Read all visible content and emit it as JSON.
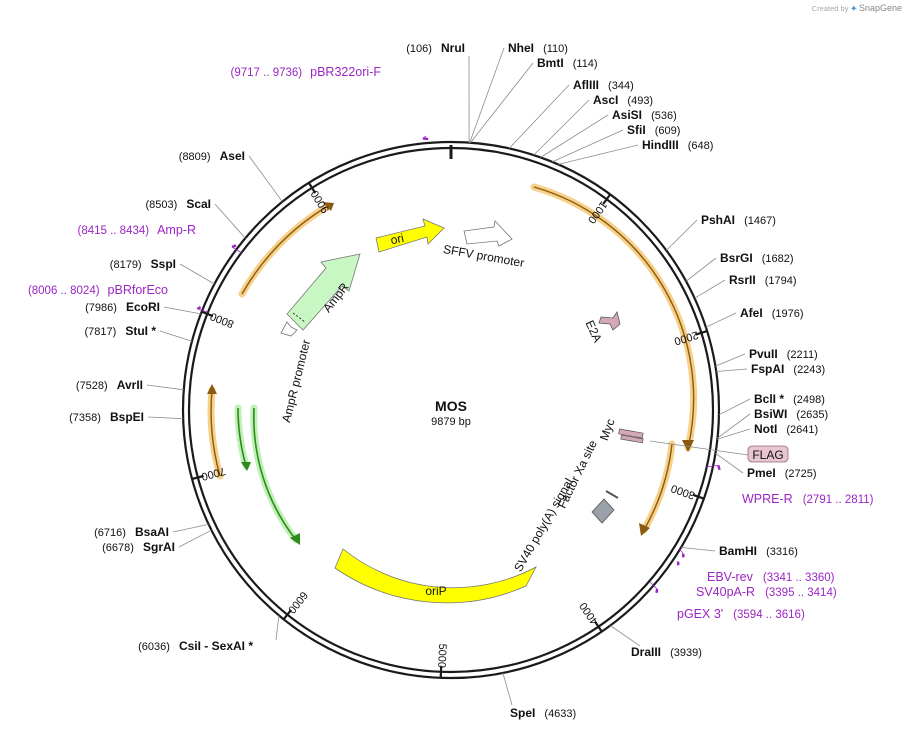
{
  "credit": {
    "prefix": "Created by",
    "brand": "SnapGene"
  },
  "plasmid": {
    "name": "MOS",
    "length_label": "9879 bp",
    "length_bp": 9879
  },
  "colors": {
    "ring": "#1a1a1a",
    "label_line": "#8c8c8c",
    "primer": "#9b26c4",
    "feature_yellow": "#ffff00",
    "feature_green": "#c9f7c4",
    "feature_orange": "#f0a830",
    "tag_pink": "#d4a9b6",
    "signal_gray": "#9aa0a8",
    "enzyme_text": "#111111"
  },
  "ticks": [
    {
      "label": "1000",
      "bp": 1000
    },
    {
      "label": "2000",
      "bp": 2000
    },
    {
      "label": "3000",
      "bp": 3000
    },
    {
      "label": "4000",
      "bp": 4000
    },
    {
      "label": "5000",
      "bp": 5000
    },
    {
      "label": "6000",
      "bp": 6000
    },
    {
      "label": "7000",
      "bp": 7000
    },
    {
      "label": "8000",
      "bp": 8000
    },
    {
      "label": "9000",
      "bp": 9000
    }
  ],
  "sites": [
    {
      "name": "NruI",
      "pos": "(106)",
      "bp": 106,
      "side": "left"
    },
    {
      "name": "NheI",
      "pos": "(110)",
      "bp": 110,
      "side": "right"
    },
    {
      "name": "BmtI",
      "pos": "(114)",
      "bp": 114,
      "side": "right"
    },
    {
      "name": "AflIII",
      "pos": "(344)",
      "bp": 344,
      "side": "right"
    },
    {
      "name": "AscI",
      "pos": "(493)",
      "bp": 493,
      "side": "right"
    },
    {
      "name": "AsiSI",
      "pos": "(536)",
      "bp": 536,
      "side": "right"
    },
    {
      "name": "SfiI",
      "pos": "(609)",
      "bp": 609,
      "side": "right"
    },
    {
      "name": "HindIII",
      "pos": "(648)",
      "bp": 648,
      "side": "right"
    },
    {
      "name": "PshAI",
      "pos": "(1467)",
      "bp": 1467,
      "side": "right"
    },
    {
      "name": "BsrGI",
      "pos": "(1682)",
      "bp": 1682,
      "side": "right"
    },
    {
      "name": "RsrII",
      "pos": "(1794)",
      "bp": 1794,
      "side": "right"
    },
    {
      "name": "AfeI",
      "pos": "(1976)",
      "bp": 1976,
      "side": "right"
    },
    {
      "name": "PvuII",
      "pos": "(2211)",
      "bp": 2211,
      "side": "right"
    },
    {
      "name": "FspAI",
      "pos": "(2243)",
      "bp": 2243,
      "side": "right"
    },
    {
      "name": "BclI *",
      "pos": "(2498)",
      "bp": 2498,
      "side": "right"
    },
    {
      "name": "BsiWI",
      "pos": "(2635)",
      "bp": 2635,
      "side": "right"
    },
    {
      "name": "NotI",
      "pos": "(2641)",
      "bp": 2641,
      "side": "right"
    },
    {
      "name": "PmeI",
      "pos": "(2725)",
      "bp": 2725,
      "side": "right"
    },
    {
      "name": "BamHI",
      "pos": "(3316)",
      "bp": 3316,
      "side": "right"
    },
    {
      "name": "DraIII",
      "pos": "(3939)",
      "bp": 3939,
      "side": "right"
    },
    {
      "name": "SpeI",
      "pos": "(4633)",
      "bp": 4633,
      "side": "right"
    },
    {
      "name": "CsiI  -  SexAI *",
      "pos": "(6036)",
      "bp": 6036,
      "side": "left"
    },
    {
      "name": "SgrAI",
      "pos": "(6678)",
      "bp": 6678,
      "side": "left"
    },
    {
      "name": "BsaAI",
      "pos": "(6716)",
      "bp": 6716,
      "side": "left"
    },
    {
      "name": "BspEI",
      "pos": "(7358)",
      "bp": 7358,
      "side": "left"
    },
    {
      "name": "AvrII",
      "pos": "(7528)",
      "bp": 7528,
      "side": "left"
    },
    {
      "name": "StuI *",
      "pos": "(7817)",
      "bp": 7817,
      "side": "left"
    },
    {
      "name": "EcoRI",
      "pos": "(7986)",
      "bp": 7986,
      "side": "left"
    },
    {
      "name": "SspI",
      "pos": "(8179)",
      "bp": 8179,
      "side": "left"
    },
    {
      "name": "ScaI",
      "pos": "(8503)",
      "bp": 8503,
      "side": "left"
    },
    {
      "name": "AseI",
      "pos": "(8809)",
      "bp": 8809,
      "side": "left"
    }
  ],
  "primers": [
    {
      "name": "pBR322ori-F",
      "range": "(9717 .. 9736)",
      "start": 9717,
      "end": 9736,
      "side": "left"
    },
    {
      "name": "Amp-R",
      "range": "(8415 .. 8434)",
      "start": 8415,
      "end": 8434,
      "side": "left"
    },
    {
      "name": "pBRforEco",
      "range": "(8006 .. 8024)",
      "start": 8006,
      "end": 8024,
      "side": "left"
    },
    {
      "name": "WPRE-R",
      "range": "(2791 .. 2811)",
      "start": 2791,
      "end": 2811,
      "side": "right"
    },
    {
      "name": "EBV-rev",
      "range": "(3341 .. 3360)",
      "start": 3341,
      "end": 3360,
      "side": "right"
    },
    {
      "name": "SV40pA-R",
      "range": "(3395 .. 3414)",
      "start": 3395,
      "end": 3414,
      "side": "right"
    },
    {
      "name": "pGEX 3'",
      "range": "(3594 .. 3616)",
      "start": 3594,
      "end": 3616,
      "side": "right"
    }
  ],
  "features": [
    {
      "label": "ori",
      "type": "arrow",
      "color": "yellow"
    },
    {
      "label": "SFFV promoter",
      "type": "arrow",
      "color": "white"
    },
    {
      "label": "AmpR",
      "type": "arrow",
      "color": "green"
    },
    {
      "label": "AmpR promoter",
      "type": "arrow",
      "color": "white"
    },
    {
      "label": "E2A",
      "type": "arrow",
      "color": "pink"
    },
    {
      "label": "Myc",
      "type": "box",
      "color": "pink"
    },
    {
      "label": "FLAG",
      "type": "box",
      "color": "pink"
    },
    {
      "label": "Factor Xa site",
      "type": "marker",
      "color": "gray"
    },
    {
      "label": "SV40 poly(A) signal",
      "type": "box",
      "color": "gray"
    },
    {
      "label": "oriP",
      "type": "arc",
      "color": "yellow"
    }
  ]
}
